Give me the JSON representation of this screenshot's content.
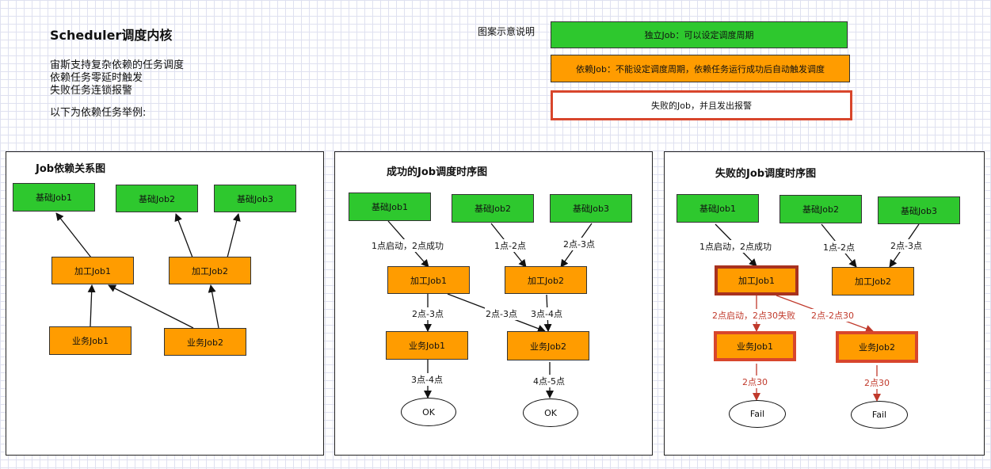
{
  "header": {
    "title": "Scheduler调度内核",
    "lines": [
      "宙斯支持复杂依赖的任务调度",
      "依赖任务零延时触发",
      "失败任务连锁报警"
    ],
    "example_line": "以下为依赖任务举例:"
  },
  "legend": {
    "label": "图案示意说明",
    "independent": "独立Job：可以设定调度周期",
    "dependent": "依赖Job：不能设定调度周期，依赖任务运行成功后自动触发调度",
    "failed": "失败的Job，并且发出报警"
  },
  "colors": {
    "independent": "#2ec82e",
    "dependent": "#ff9c00",
    "failed_border": "#d8462c"
  },
  "panel1": {
    "title": "Job依赖关系图",
    "nodes": {
      "base1": "基础Job1",
      "base2": "基础Job2",
      "base3": "基础Job3",
      "proc1": "加工Job1",
      "proc2": "加工Job2",
      "biz1": "业务Job1",
      "biz2": "业务Job2"
    }
  },
  "panel2": {
    "title": "成功的Job调度时序图",
    "nodes": {
      "base1": "基础Job1",
      "base2": "基础Job2",
      "base3": "基础Job3",
      "proc1": "加工Job1",
      "proc2": "加工Job2",
      "biz1": "业务Job1",
      "biz2": "业务Job2",
      "ok1": "OK",
      "ok2": "OK"
    },
    "edges": {
      "e_base1_proc1": "1点启动，2点成功",
      "e_base2_proc2": "1点-2点",
      "e_base3_proc2": "2点-3点",
      "e_proc1_biz1": "2点-3点",
      "e_proc1_biz2": "2点-3点",
      "e_proc2_biz2": "3点-4点",
      "e_biz1_ok": "3点-4点",
      "e_biz2_ok": "4点-5点"
    }
  },
  "panel3": {
    "title": "失败的Job调度时序图",
    "nodes": {
      "base1": "基础Job1",
      "base2": "基础Job2",
      "base3": "基础Job3",
      "proc1": "加工Job1",
      "proc2": "加工Job2",
      "biz1": "业务Job1",
      "biz2": "业务Job2",
      "fail1": "Fail",
      "fail2": "Fail"
    },
    "edges": {
      "e_base1_proc1": "1点启动，2点成功",
      "e_base2_proc2": "1点-2点",
      "e_base3_proc2": "2点-3点",
      "e_proc1_biz1": "2点启动，2点30失败",
      "e_proc1_biz2": "2点-2点30",
      "e_biz1_fail": "2点30",
      "e_biz2_fail": "2点30"
    }
  }
}
